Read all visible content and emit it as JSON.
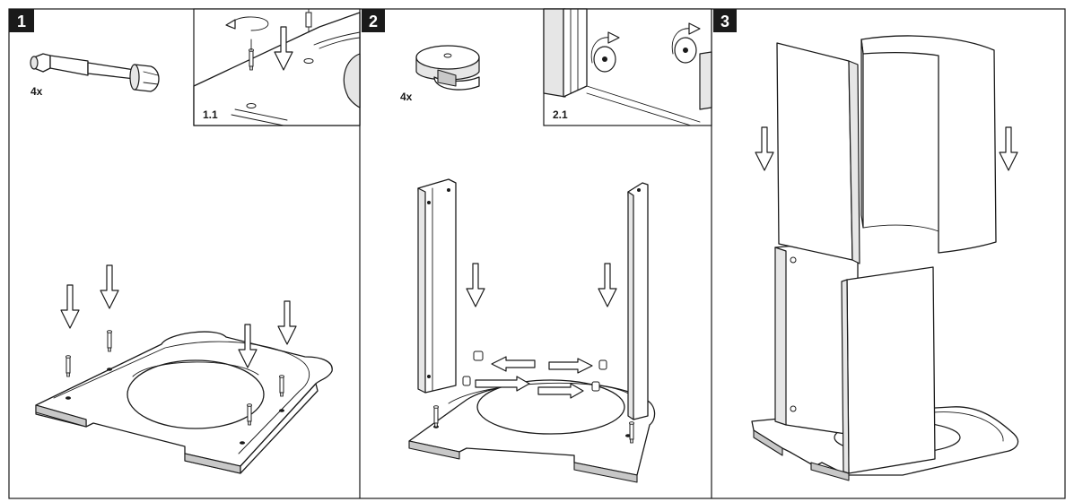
{
  "steps": [
    {
      "number": "1",
      "quantity": "4x",
      "detail_label": "1.1"
    },
    {
      "number": "2",
      "quantity": "4x",
      "detail_label": "2.1"
    },
    {
      "number": "3"
    }
  ],
  "icons": {
    "part_dowel": "cam-bolt-dowel-icon",
    "part_cam": "cam-lock-nut-icon",
    "rotate": "rotate-arrow-icon",
    "direction": "down-arrow-icon"
  },
  "colors": {
    "step_badge": "#1a1a1a",
    "line": "#1a1a1a",
    "panel_fill": "#ffffff",
    "shade_fill": "#e6e6e6"
  }
}
